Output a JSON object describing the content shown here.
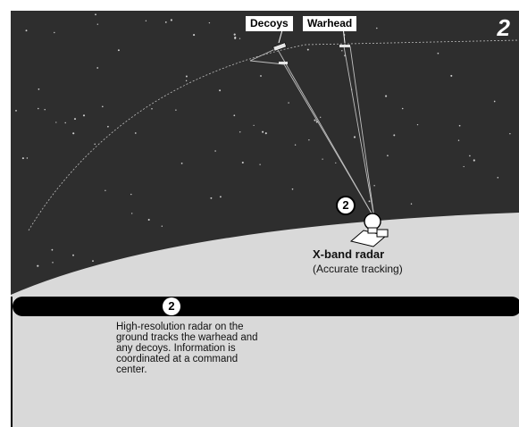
{
  "labels": {
    "panel_number": "2",
    "decoys": "Decoys",
    "warhead": "Warhead",
    "radar_badge": "2",
    "radar_title": "X-band radar",
    "radar_subtitle": "(Accurate tracking)",
    "bar_badge": "2",
    "caption": "High-resolution radar on the ground tracks the warhead and any decoys. Information is coordinated at a command center."
  },
  "colors": {
    "sky": "#2e2e2e",
    "ground": "#d9d9d9",
    "banner": "#000000",
    "star": "#cfcfcf"
  }
}
